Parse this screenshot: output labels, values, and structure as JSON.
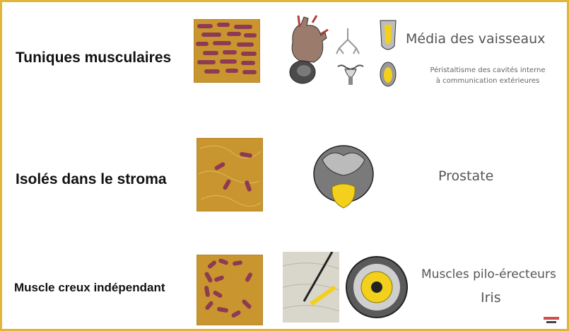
{
  "rows": [
    {
      "label": "Tuniques musculaires",
      "description": "Média des vaisseaux",
      "subnote_line1": "Péristaltisme des cavités interne",
      "subnote_line2": "à communication extérieures"
    },
    {
      "label": "Isolés dans le stroma",
      "description": "Prostate"
    },
    {
      "label": "Muscle creux indépendant",
      "description_line1": "Muscles pilo-érecteurs",
      "description_line2": "Iris"
    }
  ],
  "colors": {
    "frame": "#e0b53a",
    "histo_bg": "#c9952e",
    "fiber": "#8e3a55",
    "organ_yellow": "#f3d01c",
    "organ_grey": "#6f6f6f"
  },
  "icons": [
    "smooth-muscle-layer-image",
    "heart-vessels-image",
    "bronchi-image",
    "uterus-image",
    "bladder-image",
    "stomach-image",
    "scattered-fibers-image",
    "prostate-image",
    "clustered-fibers-image",
    "hair-follicle-image",
    "iris-image",
    "watermark-logo"
  ]
}
